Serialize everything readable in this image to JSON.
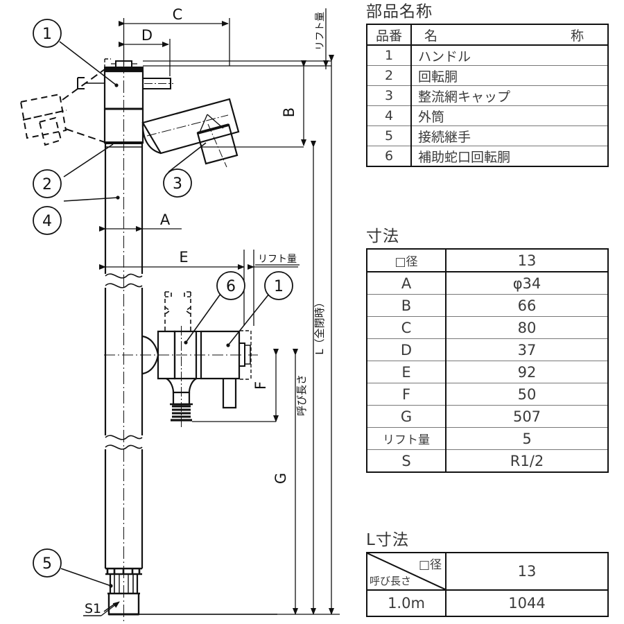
{
  "parts_panel": {
    "title": "部品名称",
    "header": {
      "no": "品番",
      "name_left": "名",
      "name_right": "称"
    },
    "rows": [
      {
        "no": "1",
        "name": "ハンドル"
      },
      {
        "no": "2",
        "name": "回転胴"
      },
      {
        "no": "3",
        "name": "整流網キャップ"
      },
      {
        "no": "4",
        "name": "外筒"
      },
      {
        "no": "5",
        "name": "接続継手"
      },
      {
        "no": "6",
        "name": "補助蛇口回転胴"
      }
    ]
  },
  "dim_panel": {
    "title": "寸法",
    "header": {
      "symbol": "□径",
      "value": "13"
    },
    "rows": [
      {
        "symbol": "A",
        "value": "φ34"
      },
      {
        "symbol": "B",
        "value": "66"
      },
      {
        "symbol": "C",
        "value": "80"
      },
      {
        "symbol": "D",
        "value": "37"
      },
      {
        "symbol": "E",
        "value": "92"
      },
      {
        "symbol": "F",
        "value": "50"
      },
      {
        "symbol": "G",
        "value": "507"
      },
      {
        "symbol": "リフト量",
        "value": "5"
      },
      {
        "symbol": "S",
        "value": "R1/2"
      }
    ]
  },
  "l_panel": {
    "title": "L寸法",
    "header": {
      "diag_top_right": "□径",
      "diag_bottom_left": "呼び長さ",
      "value": "13"
    },
    "rows": [
      {
        "length": "1.0m",
        "value": "1044"
      }
    ]
  },
  "drawing": {
    "balloons": [
      {
        "id": "b1-top",
        "label": "1"
      },
      {
        "id": "b2",
        "label": "2"
      },
      {
        "id": "b3",
        "label": "3"
      },
      {
        "id": "b4",
        "label": "4"
      },
      {
        "id": "b6",
        "label": "6"
      },
      {
        "id": "b1-lower",
        "label": "1"
      },
      {
        "id": "b5",
        "label": "5"
      }
    ],
    "dimension_labels": {
      "c": "C",
      "d": "D",
      "b": "B",
      "a": "A",
      "e": "E",
      "f": "F",
      "g": "G",
      "lift_top": "リフト量",
      "lift_mid": "リフト量",
      "nominal_length": "呼び長さ",
      "overall_closed": "L（全閉時）",
      "thread_s1": "S1"
    }
  }
}
